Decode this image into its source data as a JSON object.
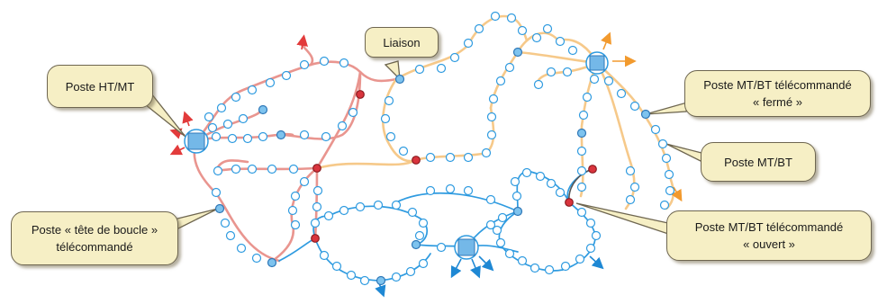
{
  "labels": {
    "poste_ht_mt": "Poste HT/MT",
    "liaison": "Liaison",
    "poste_mt_bt_ferme_line1": "Poste MT/BT télécommandé",
    "poste_mt_bt_ferme_line2": "« fermé »",
    "poste_mt_bt": "Poste MT/BT",
    "tete_de_boucle_line1": "Poste « tête de boucle »",
    "tete_de_boucle_line2": "télécommandé",
    "poste_mt_bt_ouvert_line1": "Poste MT/BT télécommandé",
    "poste_mt_bt_ouvert_line2": "« ouvert »"
  },
  "colors": {
    "network_red": "#e9958f",
    "network_orange": "#f6c98a",
    "network_blue": "#2f9be0",
    "node_fill": "#ffffff",
    "remote_node_fill": "#7ec3ee",
    "open_switch_fill": "#d9343d",
    "callout_fill": "#f6efc5",
    "substation_fill": "#74b8e8"
  },
  "icons": [
    "substation-square-icon",
    "distribution-node-icon",
    "open-switch-icon",
    "feeder-arrow-icon"
  ]
}
